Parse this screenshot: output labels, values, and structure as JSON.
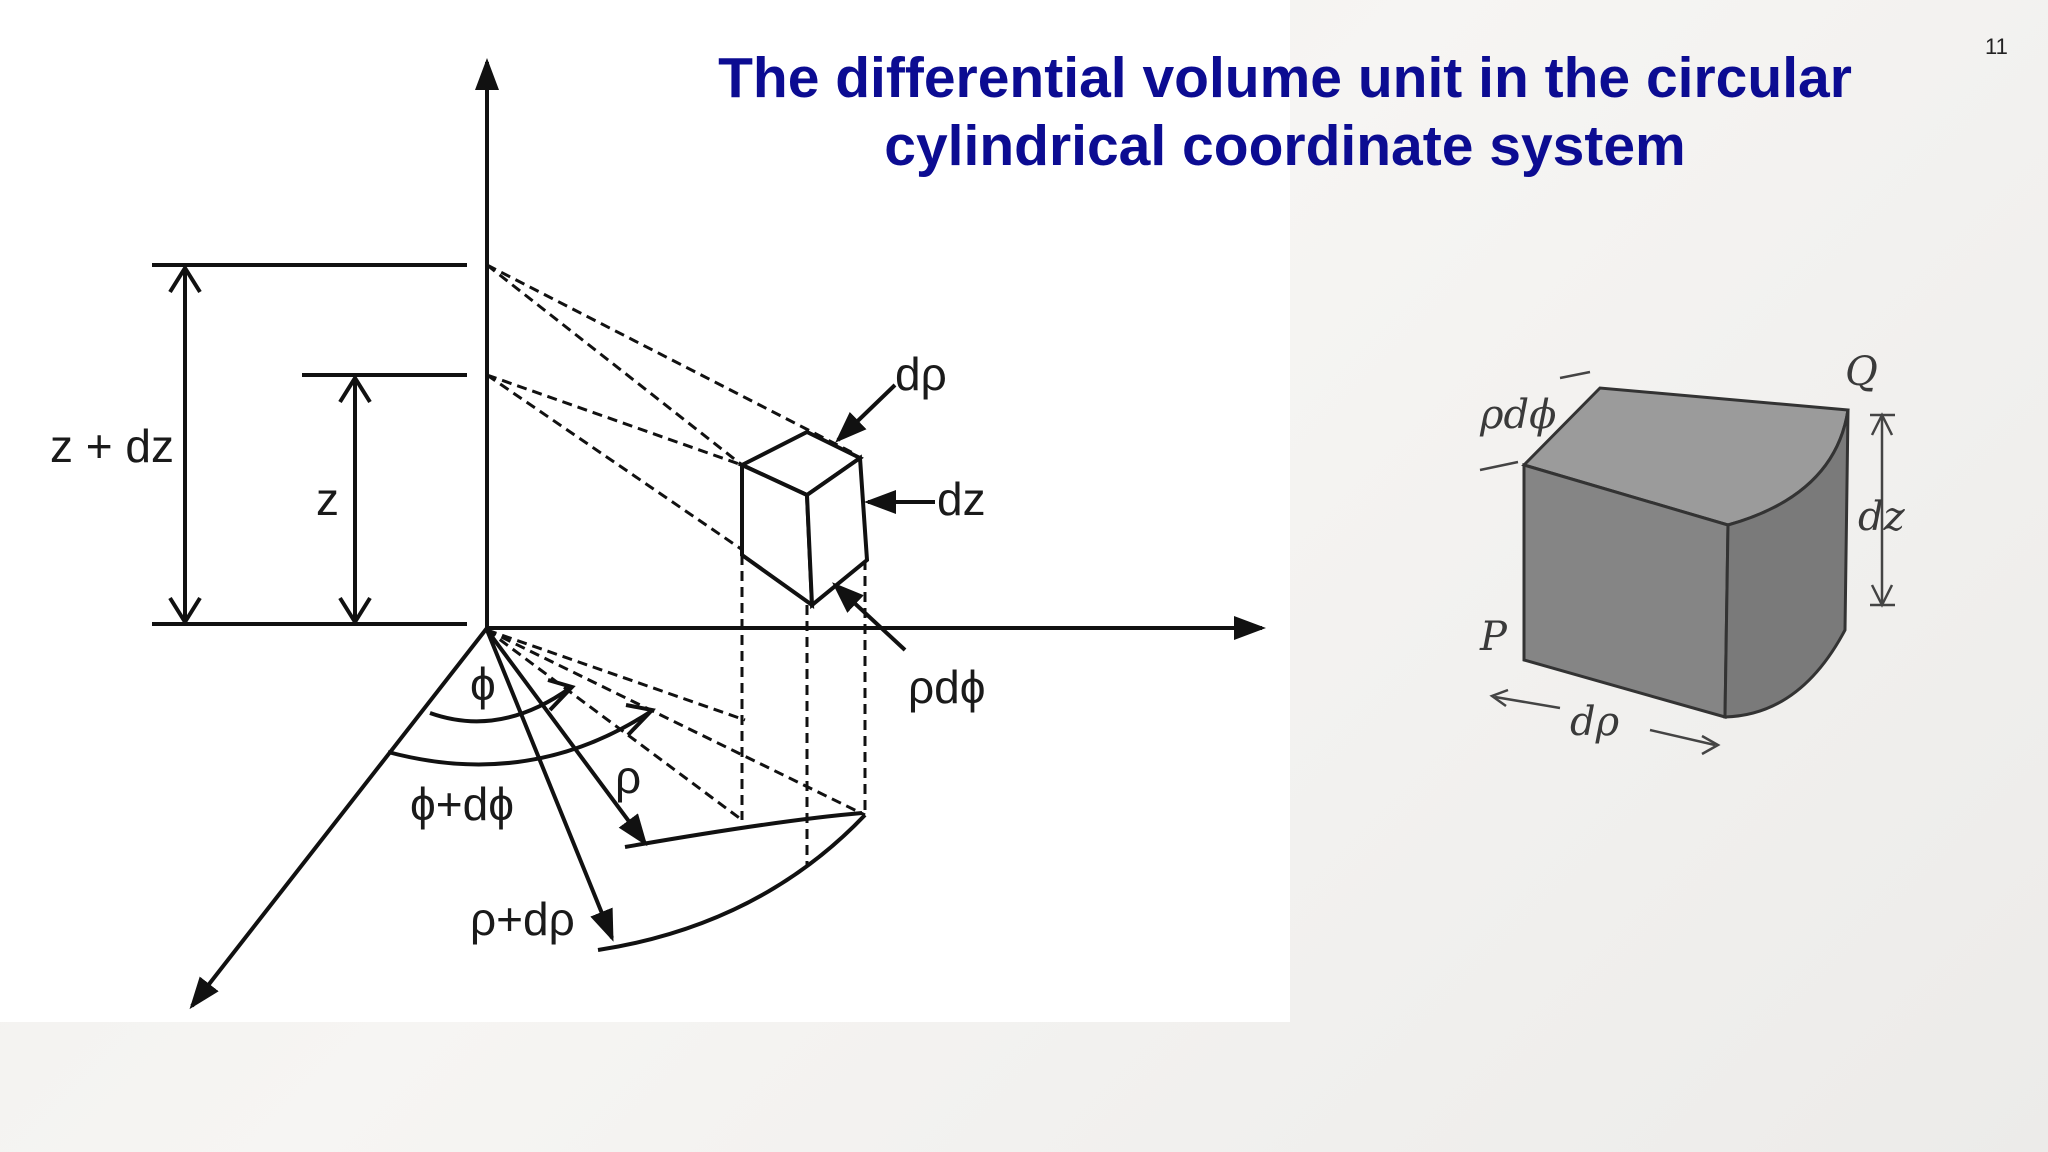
{
  "slide": {
    "title_line1": "The differential volume unit in the circular",
    "title_line2": "cylindrical coordinate system",
    "page_number": "11"
  },
  "diagram": {
    "labels": {
      "z_plus_dz": "z + dz",
      "z": "z",
      "d_rho": "dρ",
      "dz": "dz",
      "rho_d_phi": "ρdϕ",
      "phi": "ϕ",
      "phi_plus_d_phi": "ϕ+dϕ",
      "rho": "ρ",
      "rho_plus_d_rho": "ρ+dρ"
    }
  },
  "block_figure": {
    "labels": {
      "rho_d_phi": "ρdϕ",
      "Q": "Q",
      "dz": "dz",
      "P": "P",
      "d_rho": "dρ"
    },
    "colors": {
      "face_top": "#9b9b9b",
      "face_front": "#858585",
      "face_side": "#7a7a7a"
    }
  }
}
